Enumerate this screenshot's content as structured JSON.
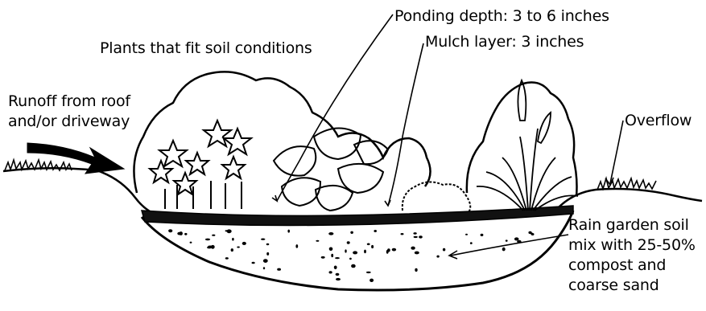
{
  "labels": {
    "plants": "Plants that fit soil conditions",
    "ponding": "Ponding depth: 3 to 6 inches",
    "mulch": "Mulch layer: 3 inches",
    "runoff": [
      "Runoff from roof",
      "and/or driveway"
    ],
    "overflow": "Overflow",
    "soil": [
      "Rain garden soil",
      "mix with 25-50%",
      "compost and",
      "coarse sand"
    ]
  },
  "colors": {
    "ink": "#000000",
    "paper": "#ffffff"
  }
}
